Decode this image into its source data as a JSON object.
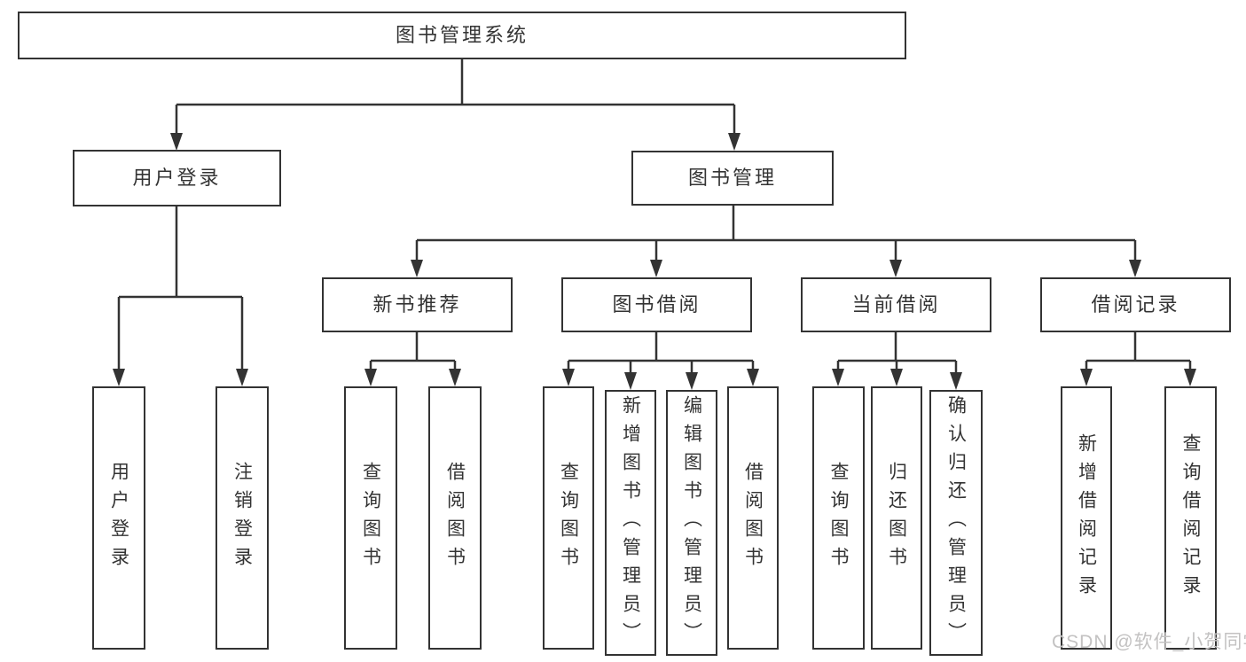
{
  "diagram": {
    "root": {
      "label": "图书管理系统"
    },
    "level1": [
      {
        "label": "用户登录"
      },
      {
        "label": "图书管理"
      }
    ],
    "login_children": [
      {
        "label": "用户登录"
      },
      {
        "label": "注销登录"
      }
    ],
    "management_children": [
      {
        "label": "新书推荐",
        "children": [
          {
            "label": "查询图书"
          },
          {
            "label": "借阅图书"
          }
        ]
      },
      {
        "label": "图书借阅",
        "children": [
          {
            "label": "查询图书"
          },
          {
            "label": "新增图书（管理员）"
          },
          {
            "label": "编辑图书（管理员）"
          },
          {
            "label": "借阅图书"
          }
        ]
      },
      {
        "label": "当前借阅",
        "children": [
          {
            "label": "查询图书"
          },
          {
            "label": "归还图书"
          },
          {
            "label": "确认归还（管理员）"
          }
        ]
      },
      {
        "label": "借阅记录",
        "children": [
          {
            "label": "新增借阅记录"
          },
          {
            "label": "查询借阅记录"
          }
        ]
      }
    ]
  },
  "watermark": {
    "text": "CSDN @软件_小贺同学"
  },
  "colors": {
    "stroke": "#333333",
    "background": "#ffffff"
  }
}
